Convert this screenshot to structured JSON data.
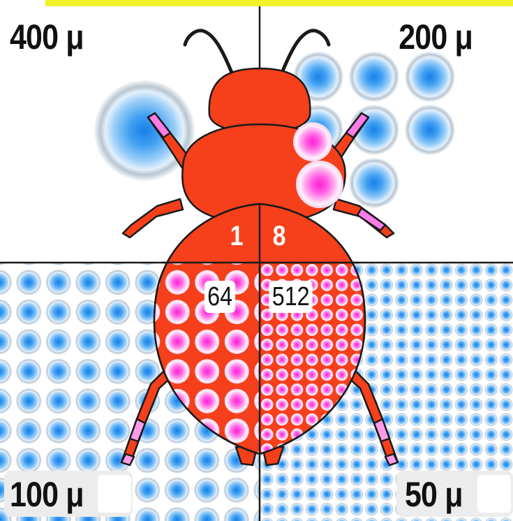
{
  "quadrants": {
    "top_left": {
      "label": "400 μ"
    },
    "top_right": {
      "label": "200 μ"
    },
    "bottom_left": {
      "label": "100 μ"
    },
    "bottom_right": {
      "label": "50 μ"
    }
  },
  "beetle": {
    "segments": {
      "upper_left": "1",
      "upper_right": "8",
      "lower_left": "64",
      "lower_right": "512"
    }
  },
  "colors": {
    "top_banner": "#f2ef2b",
    "body_red": "#f5401b",
    "outline": "#1a1a1a",
    "spot_magenta": "#ff1fd8",
    "spot_blue": "#1e8cf0",
    "label_bg": "#ececec"
  }
}
